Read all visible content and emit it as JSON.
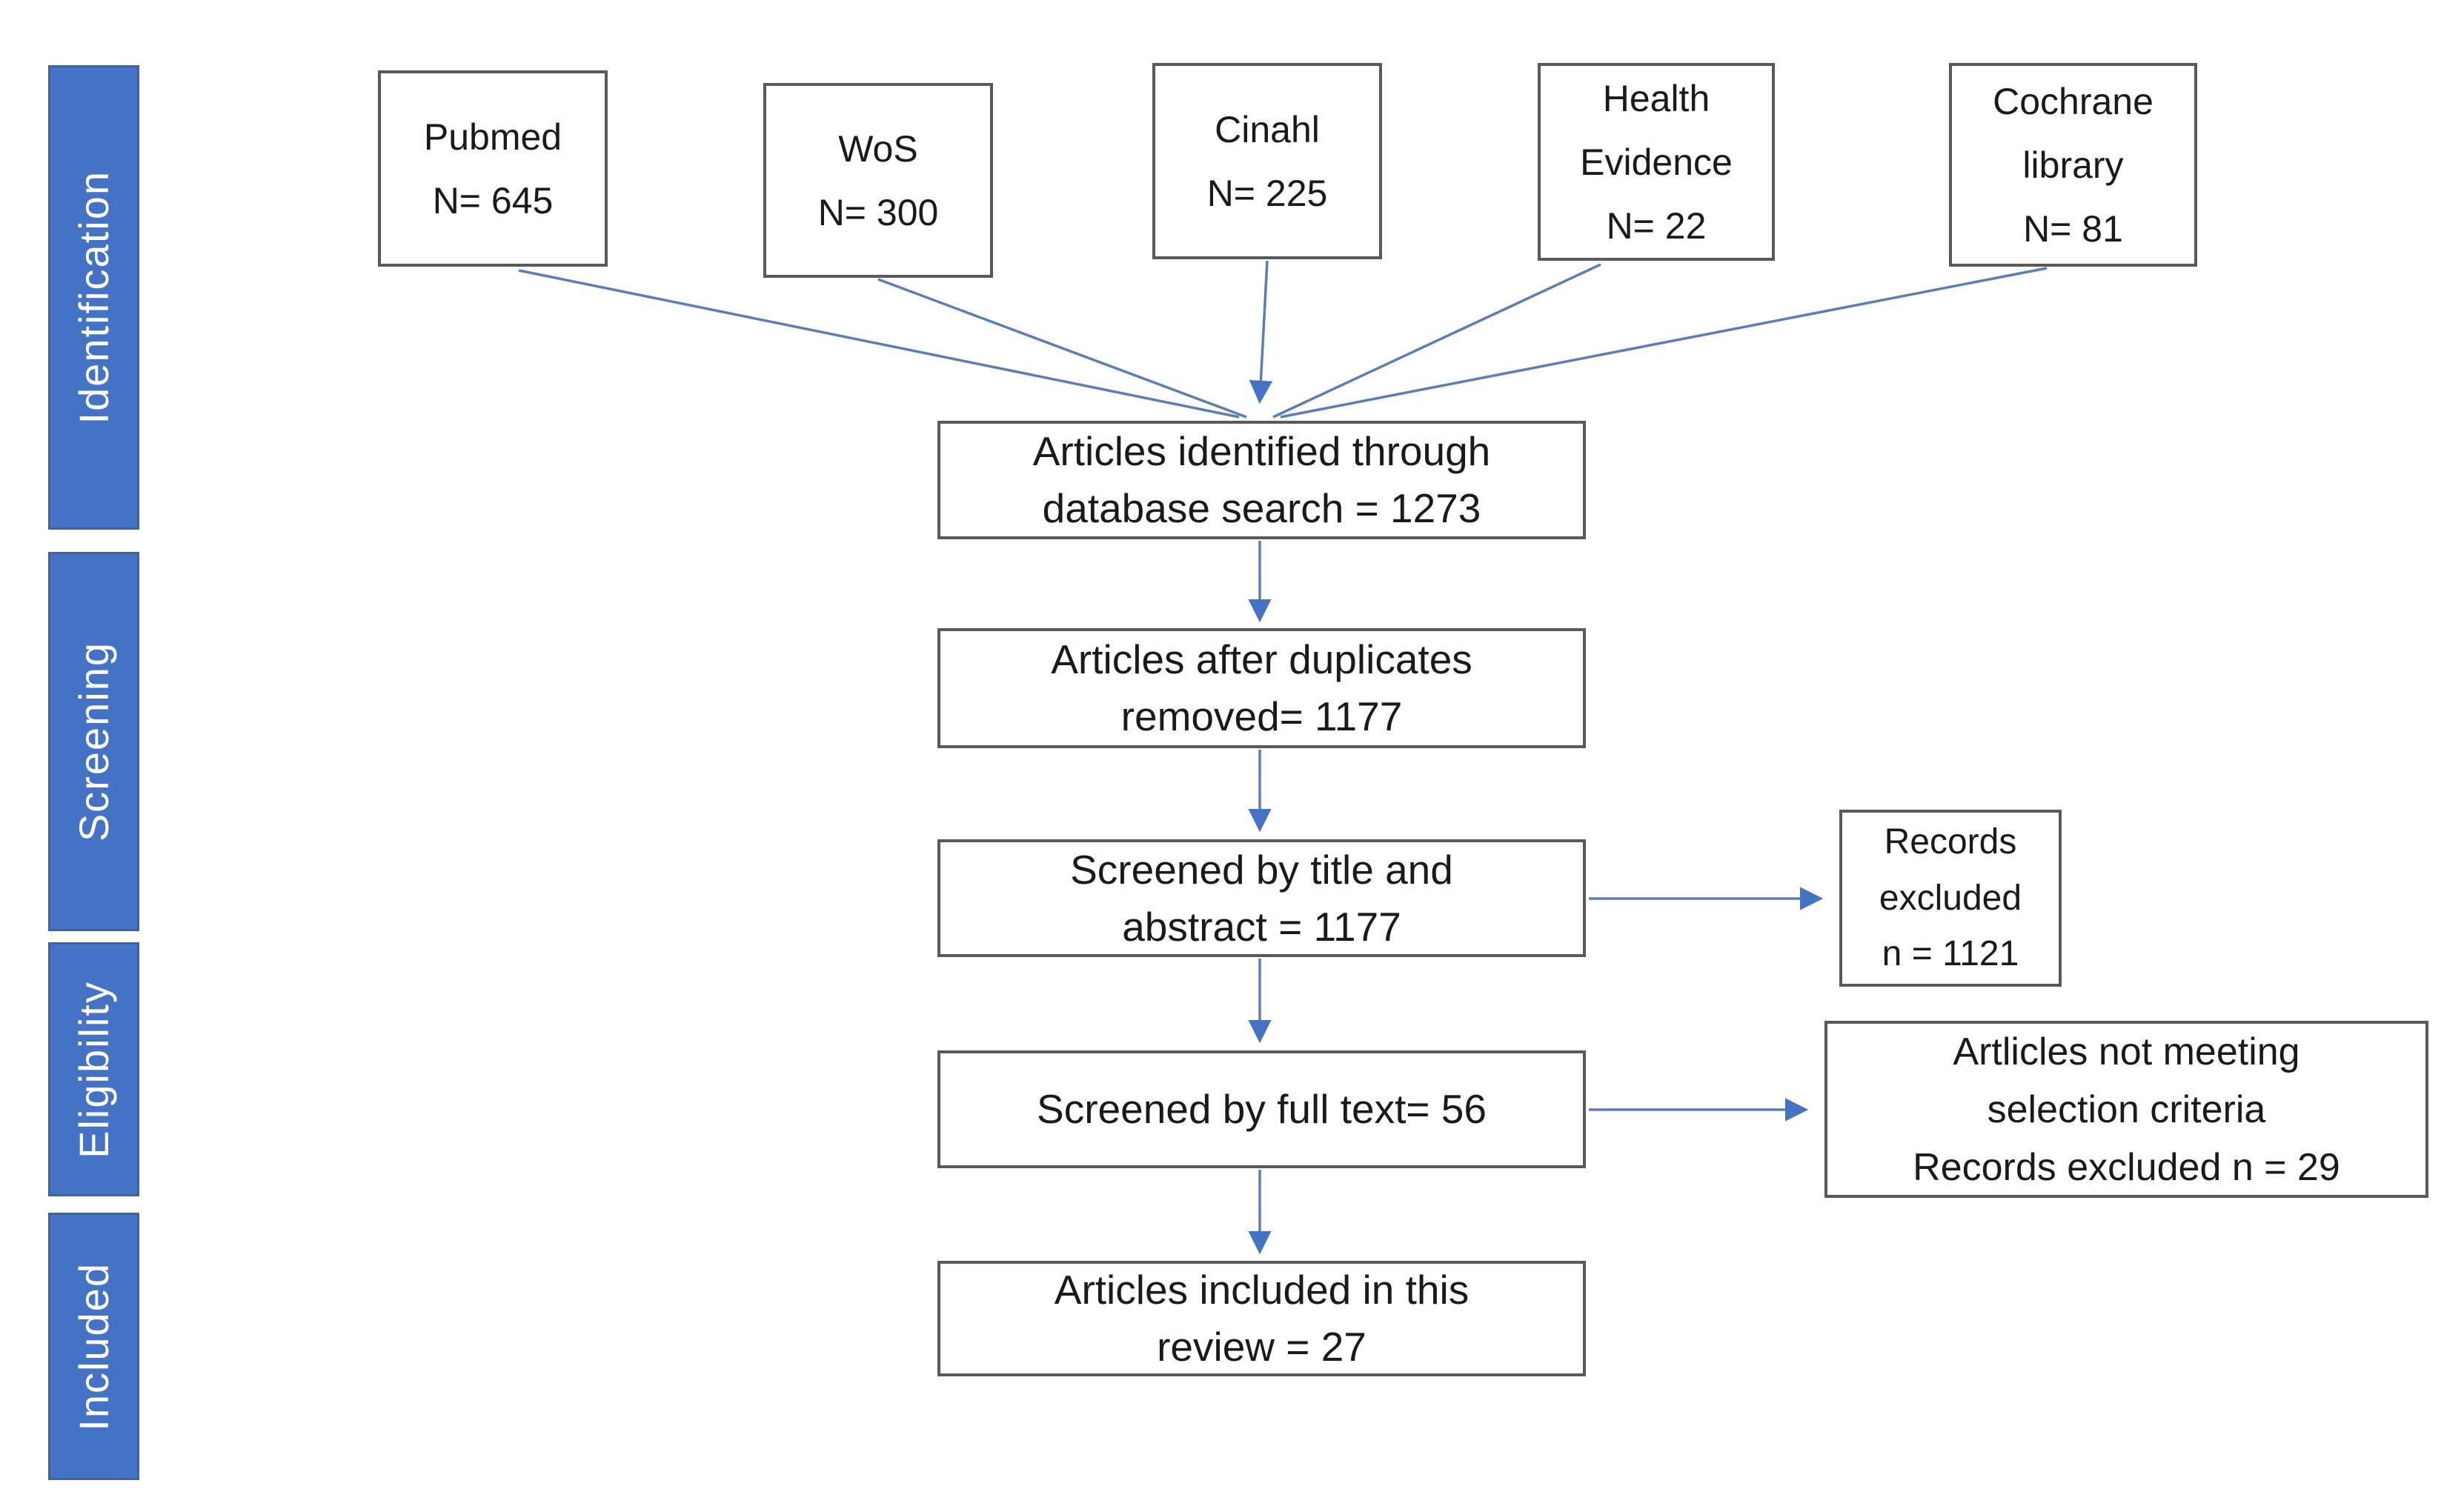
{
  "stages": [
    {
      "label": "Identification"
    },
    {
      "label": "Screening"
    },
    {
      "label": "Eligibility"
    },
    {
      "label": "Included"
    }
  ],
  "sources": [
    {
      "name": "Pubmed",
      "count": "N= 645"
    },
    {
      "name": "WoS",
      "count": "N= 300"
    },
    {
      "name": "Cinahl",
      "count": "N= 225"
    },
    {
      "name": "Health\nEvidence",
      "count": "N= 22"
    },
    {
      "name": "Cochrane\nlibrary",
      "count": "N= 81"
    }
  ],
  "flow": [
    {
      "text": "Articles identified through\ndatabase search = 1273"
    },
    {
      "text": "Articles after duplicates\nremoved= 1177"
    },
    {
      "text": "Screened by title and\nabstract = 1177"
    },
    {
      "text": "Screened by full text= 56"
    },
    {
      "text": "Articles included in this\nreview = 27"
    }
  ],
  "exclusions": [
    {
      "text": "Records\nexcluded\nn = 1121"
    },
    {
      "text": "Artlicles not meeting\nselection criteria\nRecords excluded n = 29"
    }
  ],
  "colors": {
    "stage_fill": "#4472c4",
    "stage_border": "#41619c",
    "stage_text": "#ffffff",
    "box_fill": "#fefefe",
    "box_border": "#595959",
    "connector": "#5b7fb4",
    "arrowhead": "#4472c4",
    "text": "#1a1a1a"
  }
}
